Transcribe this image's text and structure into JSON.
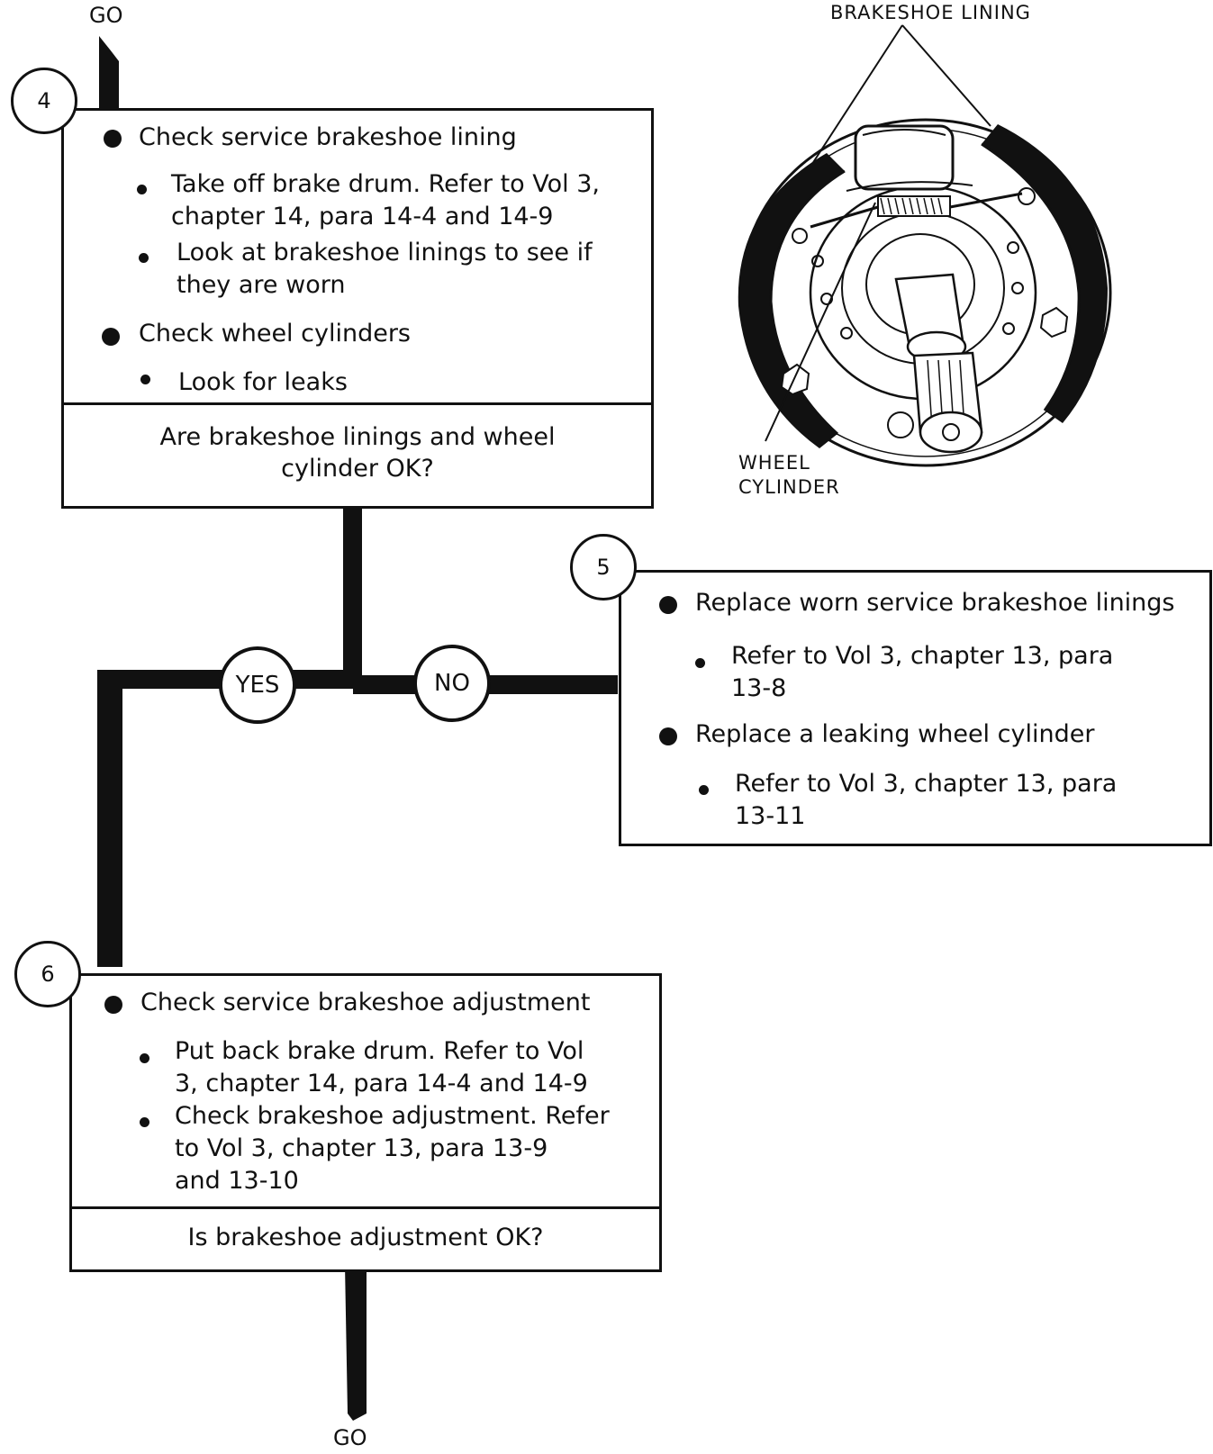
{
  "flow": {
    "go_top": "GO",
    "go_bottom": "GO",
    "yes_label": "YES",
    "no_label": "NO"
  },
  "step4": {
    "number": "4",
    "item1": "Check service brakeshoe lining",
    "item1_sub1": [
      "Take off brake drum.  Refer to Vol 3,",
      "chapter 14, para 14-4 and 14-9"
    ],
    "item1_sub2": [
      "Look at brakeshoe linings to see if",
      "they are worn"
    ],
    "item2": "Check wheel cylinders",
    "item2_sub1": "Look for leaks",
    "question": [
      "Are brakeshoe linings and wheel",
      "cylinder OK?"
    ]
  },
  "step5": {
    "number": "5",
    "item1": "Replace worn service brakeshoe linings",
    "item1_sub1": [
      "Refer to Vol 3, chapter 13, para",
      "13-8"
    ],
    "item2": "Replace a leaking wheel cylinder",
    "item2_sub1": [
      "Refer to Vol 3, chapter 13, para",
      "13-11"
    ]
  },
  "step6": {
    "number": "6",
    "item1": "Check service brakeshoe adjustment",
    "item1_sub1": [
      "Put back brake drum.  Refer to Vol",
      "3, chapter 14, para 14-4 and 14-9"
    ],
    "item1_sub2": [
      "Check brakeshoe adjustment.  Refer",
      "to Vol 3, chapter 13, para 13-9",
      "and 13-10"
    ],
    "question": "Is brakeshoe adjustment OK?"
  },
  "illustration": {
    "label_lining": "BRAKESHOE LINING",
    "label_cylinder": [
      "WHEEL",
      "CYLINDER"
    ]
  }
}
